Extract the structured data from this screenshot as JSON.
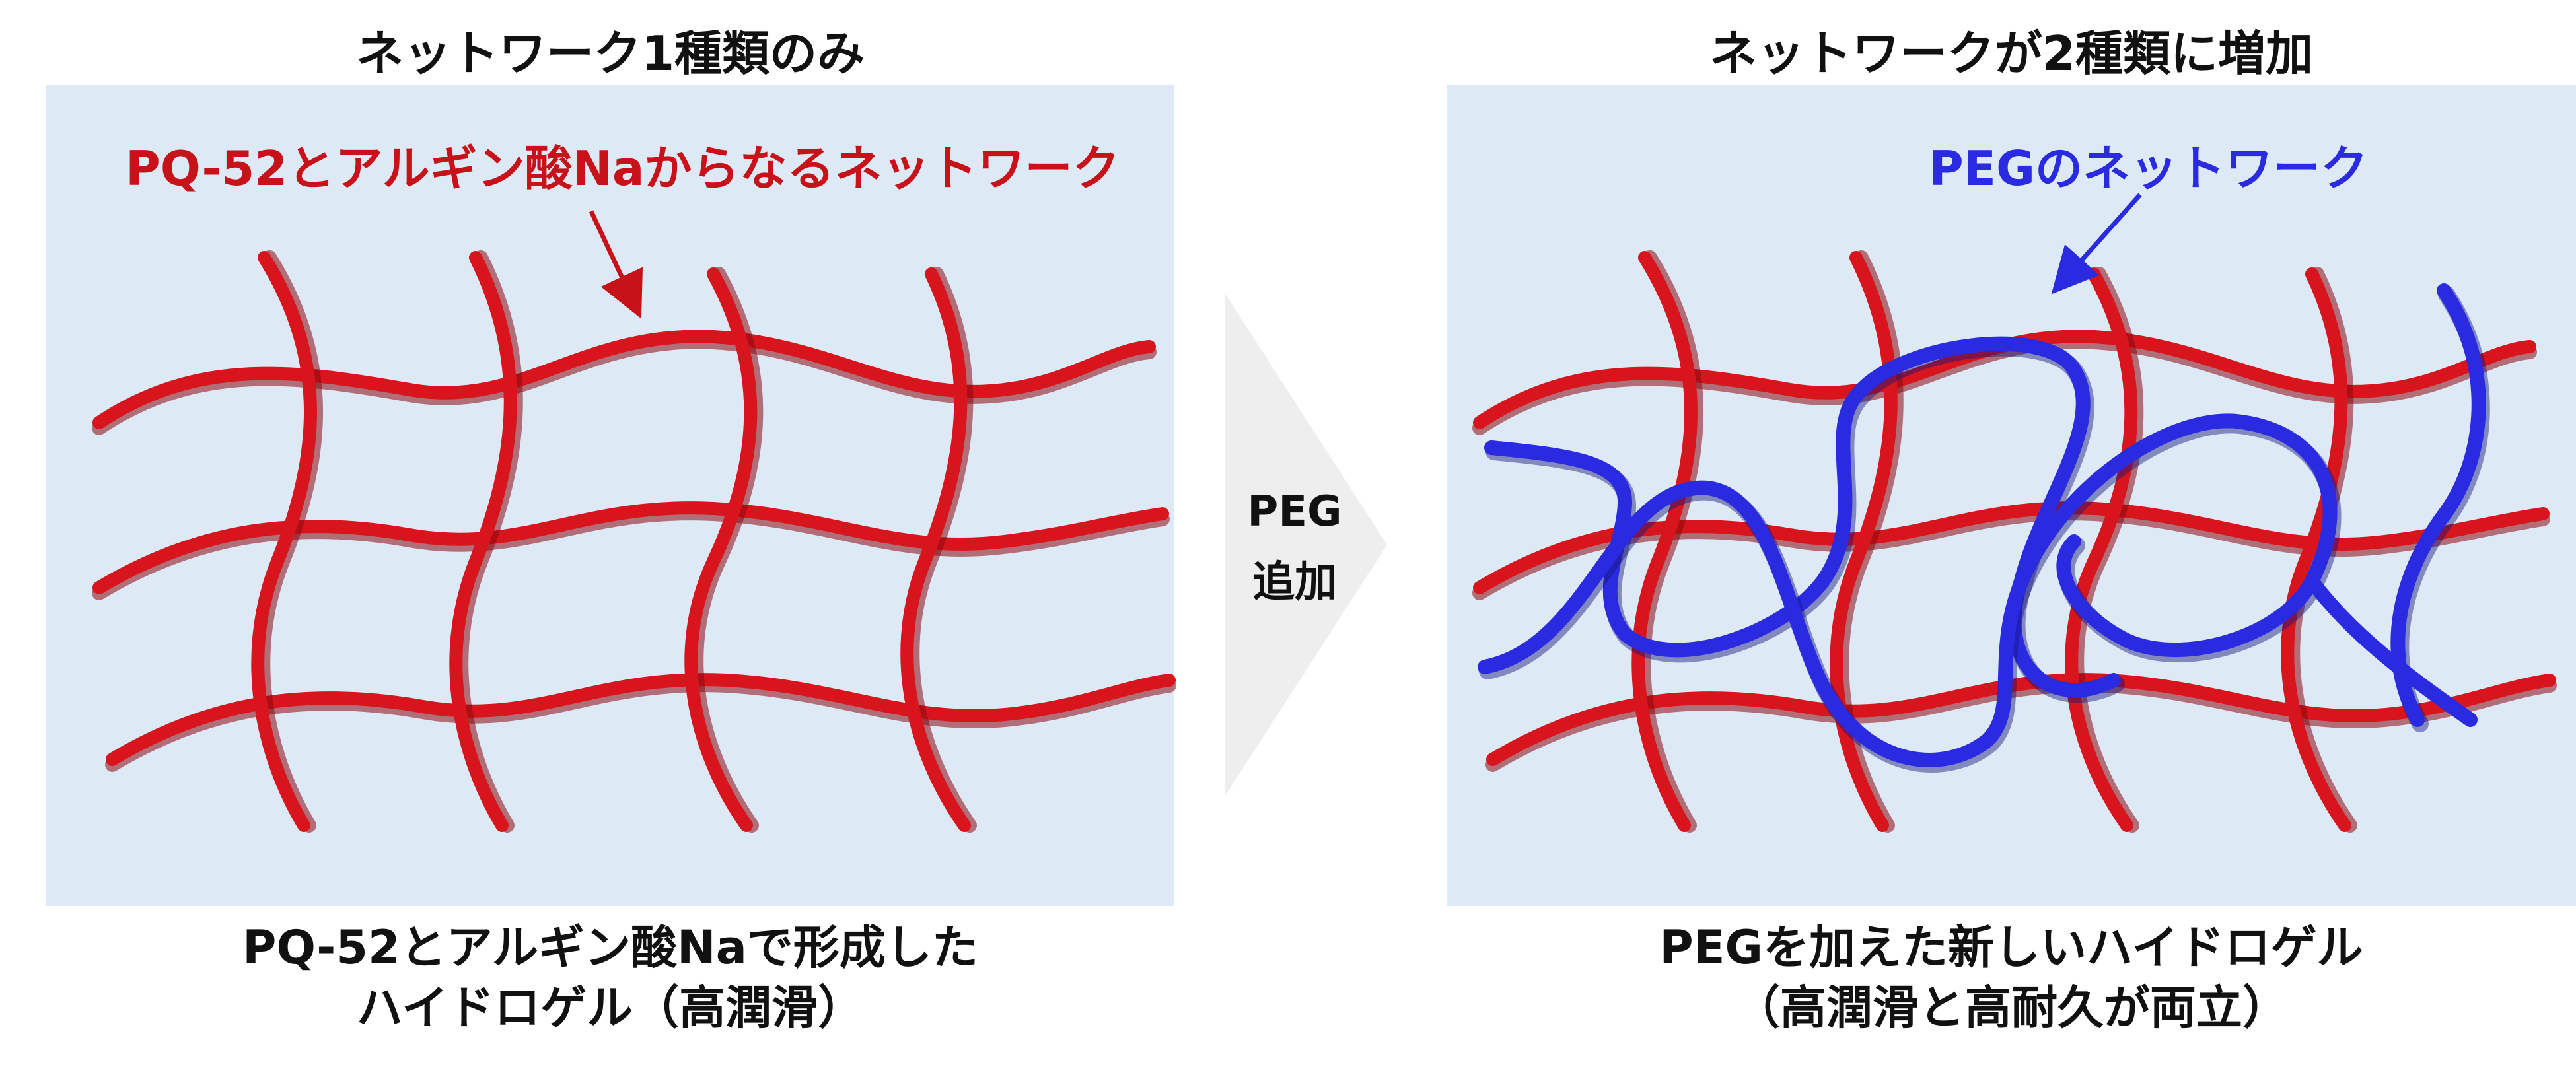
{
  "left_panel": {
    "title": "ネットワーク1種類のみ",
    "network_label": "PQ-52とアルギン酸Naからなるネットワーク",
    "caption_line1": "PQ-52とアルギン酸Naで形成した",
    "caption_line2": "ハイドロゲル（高潤滑）"
  },
  "right_panel": {
    "title": "ネットワークが2種類に増加",
    "network_label": "PEGのネットワーク",
    "caption_line1": "PEGを加えた新しいハイドロゲル",
    "caption_line2": "（高潤滑と高耐久が両立）"
  },
  "step": {
    "line1": "PEG",
    "line2": "追加"
  },
  "colors": {
    "panel_bg": "#dde9f5",
    "red_strand": "#d8141c",
    "red_label": "#c8121a",
    "blue_strand": "#2a2ae0",
    "step_arrow": "#eeeeee"
  }
}
